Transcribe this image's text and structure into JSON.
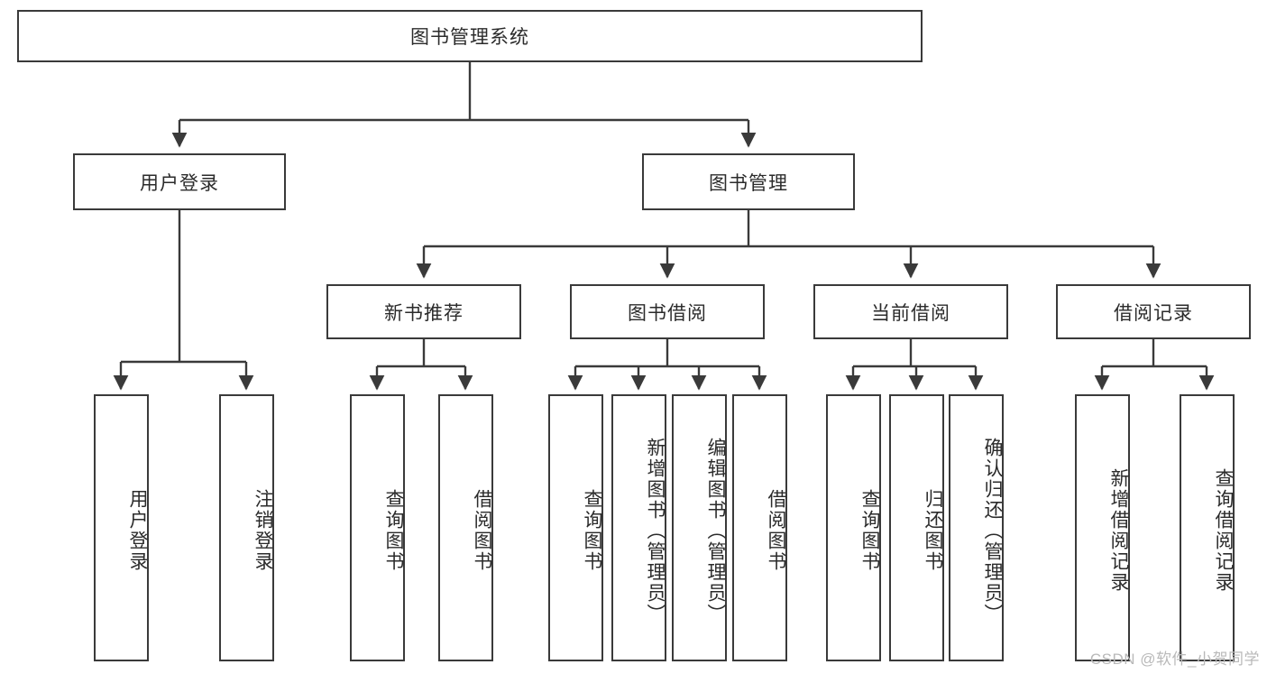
{
  "diagram": {
    "title": "图书管理系统",
    "type": "hierarchy-tree",
    "levels": 4,
    "root": {
      "id": "root",
      "label": "图书管理系统"
    },
    "level1": [
      {
        "id": "user-login",
        "label": "用户登录"
      },
      {
        "id": "book-manage",
        "label": "图书管理"
      }
    ],
    "level2": [
      {
        "id": "new-book-recommend",
        "label": "新书推荐",
        "parent": "book-manage"
      },
      {
        "id": "book-borrow",
        "label": "图书借阅",
        "parent": "book-manage"
      },
      {
        "id": "current-borrow",
        "label": "当前借阅",
        "parent": "book-manage"
      },
      {
        "id": "borrow-record",
        "label": "借阅记录",
        "parent": "book-manage"
      }
    ],
    "leaves": [
      {
        "id": "leaf-user-login",
        "label": "用户登录",
        "parent": "user-login"
      },
      {
        "id": "leaf-logout-login",
        "label": "注销登录",
        "parent": "user-login"
      },
      {
        "id": "leaf-query-book-1",
        "label": "查询图书",
        "parent": "new-book-recommend"
      },
      {
        "id": "leaf-borrow-book-1",
        "label": "借阅图书",
        "parent": "new-book-recommend"
      },
      {
        "id": "leaf-query-book-2",
        "label": "查询图书",
        "parent": "book-borrow"
      },
      {
        "id": "leaf-add-book",
        "label": "新增图书（管理员）",
        "parent": "book-borrow"
      },
      {
        "id": "leaf-edit-book",
        "label": "编辑图书（管理员）",
        "parent": "book-borrow"
      },
      {
        "id": "leaf-borrow-book-2",
        "label": "借阅图书",
        "parent": "book-borrow"
      },
      {
        "id": "leaf-query-book-3",
        "label": "查询图书",
        "parent": "current-borrow"
      },
      {
        "id": "leaf-return-book",
        "label": "归还图书",
        "parent": "current-borrow"
      },
      {
        "id": "leaf-confirm-return",
        "label": "确认归还（管理员）",
        "parent": "current-borrow"
      },
      {
        "id": "leaf-add-record",
        "label": "新增借阅记录",
        "parent": "borrow-record"
      },
      {
        "id": "leaf-query-record",
        "label": "查询借阅记录",
        "parent": "borrow-record"
      }
    ]
  },
  "watermark": {
    "text": "CSDN @软件_小贺同学"
  },
  "colors": {
    "border": "#3a3a3a",
    "text": "#2b2b2b",
    "background": "#ffffff",
    "watermark": "#b9b9b9"
  }
}
